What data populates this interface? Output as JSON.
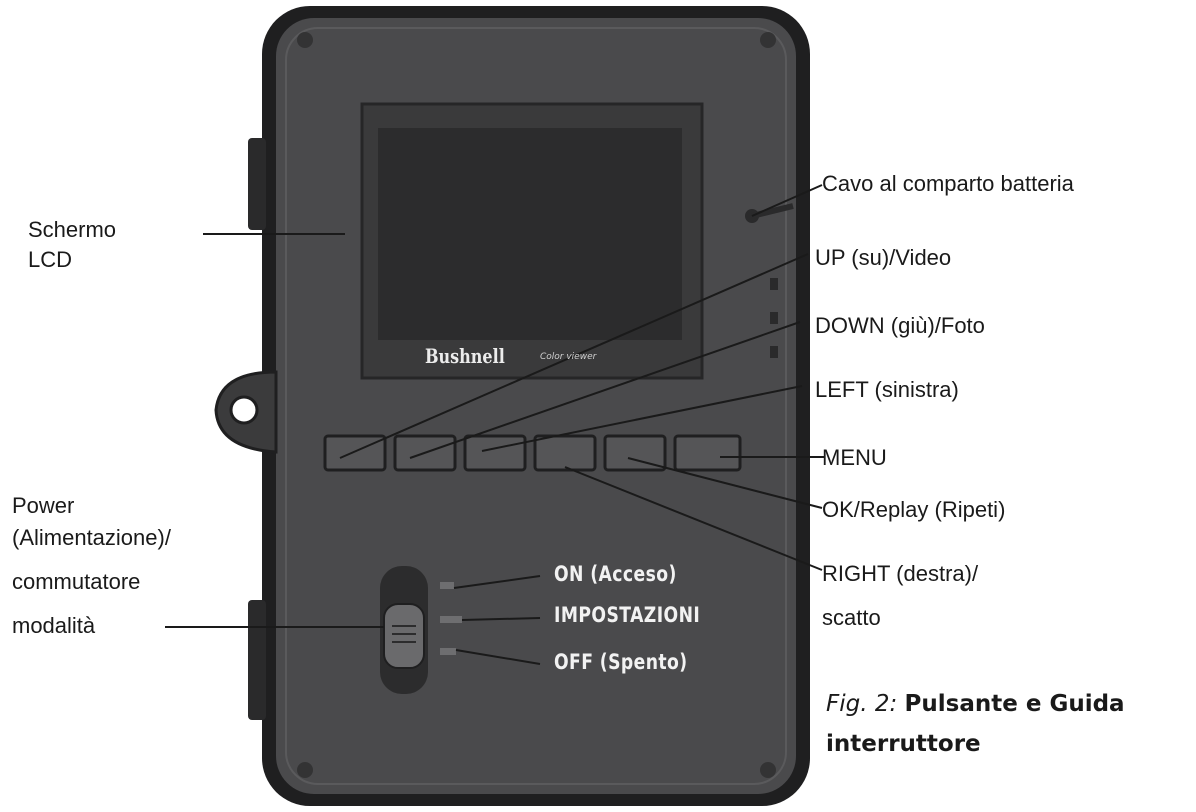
{
  "camera": {
    "brand": "Bushnell",
    "brand_sub": "Color viewer",
    "switch_on": "ON (Acceso)",
    "switch_setup": "IMPOSTAZIONI",
    "switch_off": "OFF (Spento)"
  },
  "labels": {
    "lcd_line1": "Schermo",
    "lcd_line2": "LCD",
    "power_line1": "Power",
    "power_line2": "(Alimentazione)/",
    "power_line3": "commutatore",
    "power_line4": "modalità",
    "battery_cable": "Cavo al comparto batteria",
    "up": "UP (su)/Video",
    "down": "DOWN (giù)/Foto",
    "left": "LEFT (sinistra)",
    "menu": "MENU",
    "ok": "OK/Replay (Ripeti)",
    "right_line1": "RIGHT (destra)/",
    "right_line2": "scatto"
  },
  "caption": {
    "fig": "Fig. 2:",
    "line1": "Pulsante e Guida",
    "line2": "interruttore"
  },
  "colors": {
    "body": "#4a4a4c",
    "body_edge": "#1f1f20",
    "screen": "#3a3a3b",
    "lcd": "#2c2c2d",
    "button": "#555557"
  }
}
